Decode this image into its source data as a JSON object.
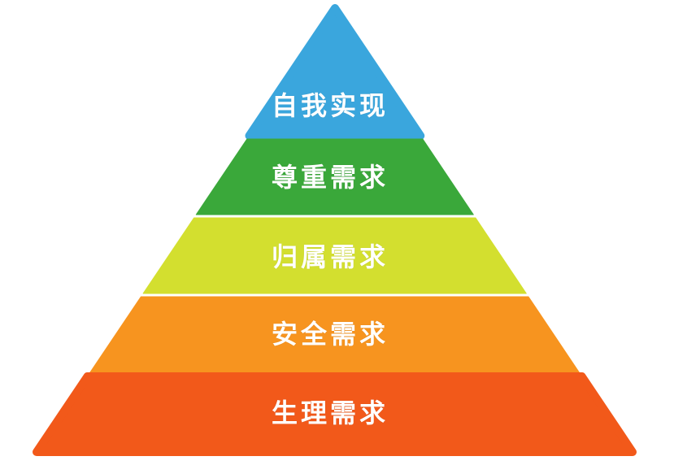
{
  "levels": [
    {
      "label": "自我实现",
      "color": "#3aa6dd"
    },
    {
      "label": "尊重需求",
      "color": "#3aa83a"
    },
    {
      "label": "归属需求",
      "color": "#d3df2f"
    },
    {
      "label": "安全需求",
      "color": "#f7941f"
    },
    {
      "label": "生理需求",
      "color": "#f2591a"
    }
  ]
}
